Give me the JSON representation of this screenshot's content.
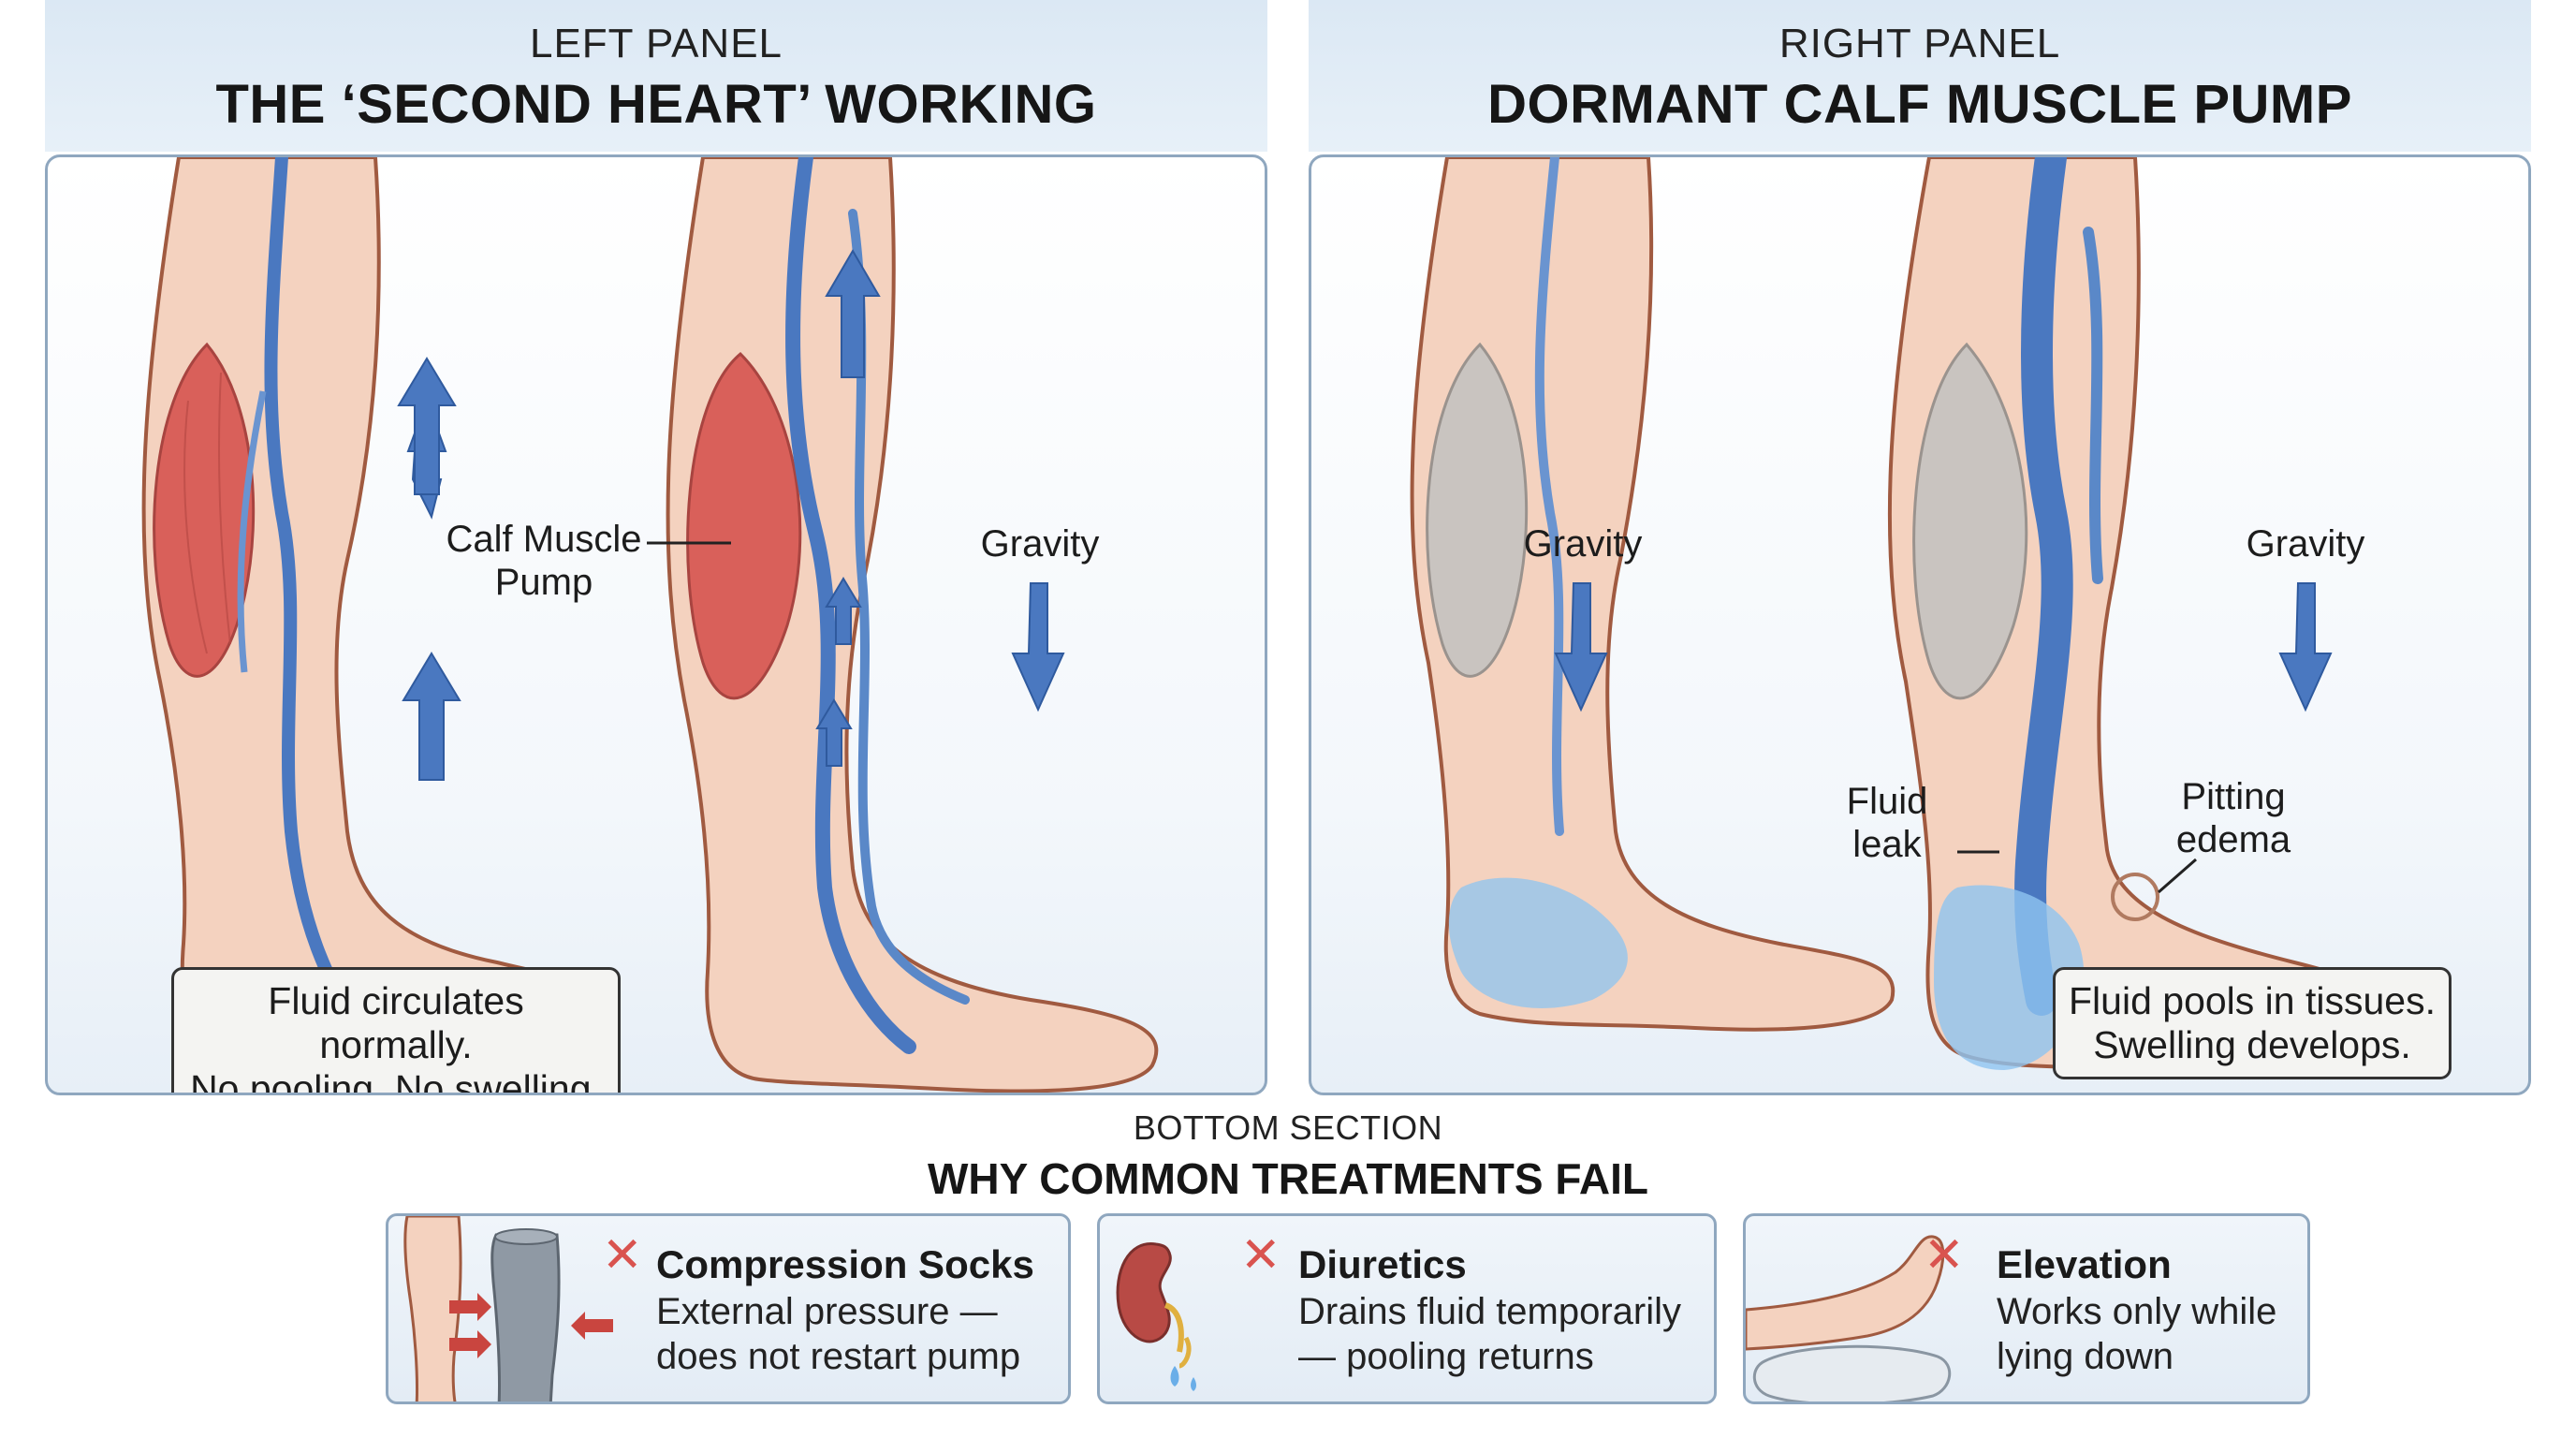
{
  "left_panel": {
    "section_label": "LEFT PANEL",
    "title": "THE ‘SECOND HEART’ WORKING",
    "labels": {
      "calf_pump_line1": "Calf Muscle",
      "calf_pump_line2": "Pump",
      "gravity": "Gravity"
    },
    "callout": {
      "line1": "Fluid circulates normally.",
      "line2": "No pooling. No swelling."
    }
  },
  "right_panel": {
    "section_label": "RIGHT PANEL",
    "title": "DORMANT CALF MUSCLE PUMP",
    "labels": {
      "gravity_left": "Gravity",
      "gravity_right": "Gravity",
      "fluid_leak_line1": "Fluid",
      "fluid_leak_line2": "leak",
      "pitting_line1": "Pitting",
      "pitting_line2": "edema"
    },
    "callout": {
      "line1": "Fluid pools in tissues.",
      "line2": "Swelling develops."
    }
  },
  "bottom_section": {
    "section_label": "BOTTOM SECTION",
    "title": "WHY COMMON TREATMENTS FAIL",
    "cards": [
      {
        "mark": "✕",
        "title": "Compression Socks",
        "line1": "External pressure —",
        "line2": "does not restart pump"
      },
      {
        "mark": "✕",
        "title": "Diuretics",
        "line1": "Drains fluid temporarily",
        "line2": "— pooling returns"
      },
      {
        "mark": "✕",
        "title": "Elevation",
        "line1": "Works only while",
        "line2": "lying down"
      }
    ]
  },
  "colors": {
    "header_bg": "#dbe8f4",
    "panel_border": "#8fa7bf",
    "skin": "#f4d2bf",
    "skin_outline": "#a05a40",
    "active_muscle": "#d9605a",
    "dormant_muscle": "#c9c4c0",
    "vein": "#4a78c0",
    "arrow": "#4a78c0",
    "fluid": "#8ec4f0",
    "fail_mark": "#d9534f"
  }
}
